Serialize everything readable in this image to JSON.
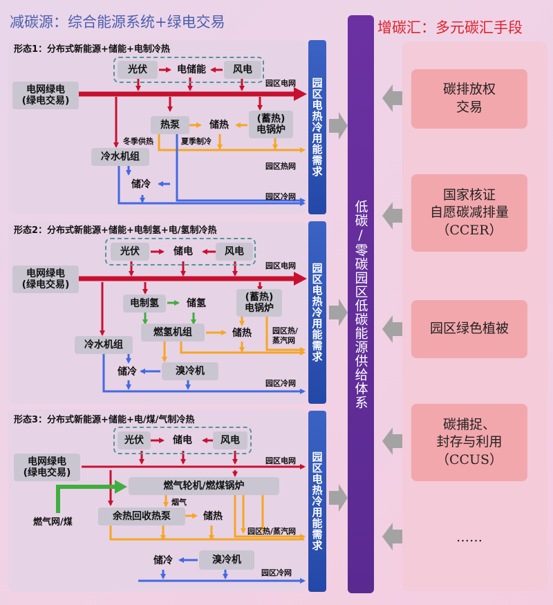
{
  "header": {
    "left": "减碳源：综合能源系统+绿电交易",
    "right": "增碳汇：多元碳汇手段"
  },
  "colors": {
    "red": "#c8102e",
    "orange": "#f5a623",
    "blue": "#4169e1",
    "green": "#3fae3f",
    "purple": "#5f2c96",
    "accent_blue": "#2f55b8"
  },
  "forms": [
    {
      "title": "形态1：分布式新能源+储能+电制冷热",
      "grid_label": "电网绿电\n(绿电交易)",
      "nodes": {
        "pv": "光伏",
        "storage": "电储能",
        "wind": "风电",
        "heat_pump": "热泵",
        "heat_store": "储热",
        "boiler": "(蓄热)\n电锅炉",
        "chiller": "冷水机组",
        "cold_store": "储冷"
      },
      "labels": {
        "elec_net": "园区电网",
        "winter": "冬季供热",
        "summer": "夏季制冷",
        "heat_net": "园区热网",
        "cold_net": "园区冷网"
      },
      "demand": "园区电热冷用能需求"
    },
    {
      "title": "形态2：分布式新能源+储能+电制氢+电/氢制冷热",
      "grid_label": "电网绿电\n(绿电交易)",
      "nodes": {
        "pv": "光伏",
        "storage": "储电",
        "wind": "风电",
        "e_h2": "电制氢",
        "h2_store": "储氢",
        "boiler": "(蓄热)\n电锅炉",
        "fuel_cell": "燃氢机组",
        "heat_store": "储热",
        "chiller": "冷水机组",
        "cold_store": "储冷",
        "br_chiller": "溴冷机"
      },
      "labels": {
        "elec_net": "园区电网",
        "heat_steam": "园区热/\n蒸汽网",
        "cold_net": "园区冷网"
      },
      "demand": "园区电热冷用能需求"
    },
    {
      "title": "形态3：分布式新能源+储能+电/煤/气制冷热",
      "grid_label": "电网绿电\n(绿电交易)",
      "nodes": {
        "pv": "光伏",
        "storage": "储电",
        "wind": "风电",
        "turbine": "燃气轮机/燃煤锅炉",
        "heat_recovery": "余热回收热泵",
        "heat_store": "储热",
        "cold_store": "储冷",
        "br_chiller": "溴冷机"
      },
      "labels": {
        "elec_net": "园区电网",
        "flue": "烟气",
        "gas_coal": "燃气网/煤",
        "heat_steam": "园区热/蒸汽网",
        "cold_net": "园区冷网"
      },
      "demand": "园区电热冷用能需求"
    }
  ],
  "center": "低碳/零碳园区低碳能源供给体系",
  "right_items": [
    "碳排放权\n交易",
    "国家核证\n自愿碳减排量\n（CCER）",
    "园区绿色植被",
    "碳捕捉、\n封存与利用\n（CCUS）",
    "……"
  ]
}
